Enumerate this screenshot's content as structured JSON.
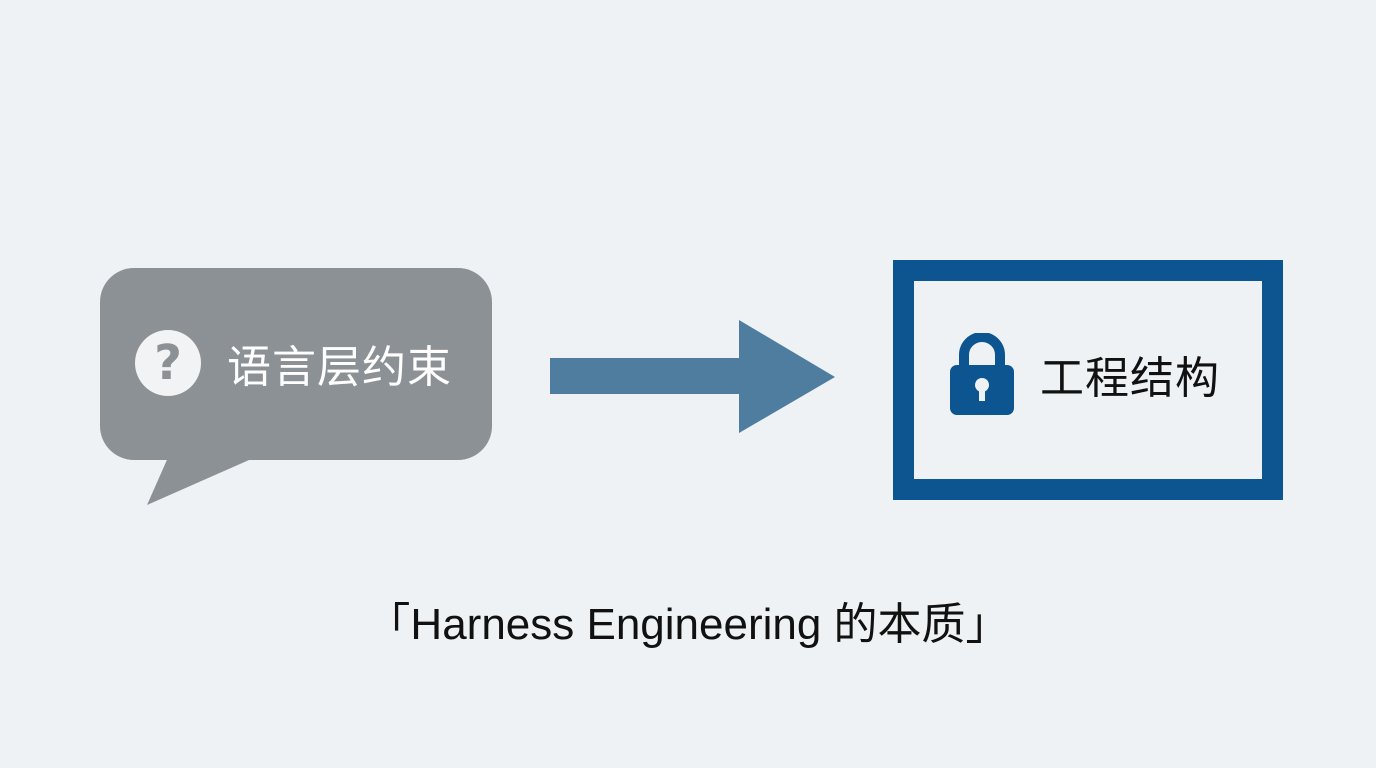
{
  "diagram": {
    "left": {
      "label": "语言层约束",
      "icon": "question-circle-icon",
      "icon_glyph": "?",
      "shape": "speech-bubble",
      "color": "#8c9196"
    },
    "connector": {
      "type": "arrow-right",
      "color": "#4f7d9f"
    },
    "right": {
      "label": "工程结构",
      "icon": "lock-icon",
      "shape": "framed-box",
      "border_color": "#0d5591"
    },
    "caption": "「Harness Engineering 的本质」"
  },
  "colors": {
    "background": "#eef2f4",
    "bubble": "#8c9196",
    "arrow": "#4f7d9f",
    "box_border": "#0d5591",
    "text_dark": "#111111"
  }
}
